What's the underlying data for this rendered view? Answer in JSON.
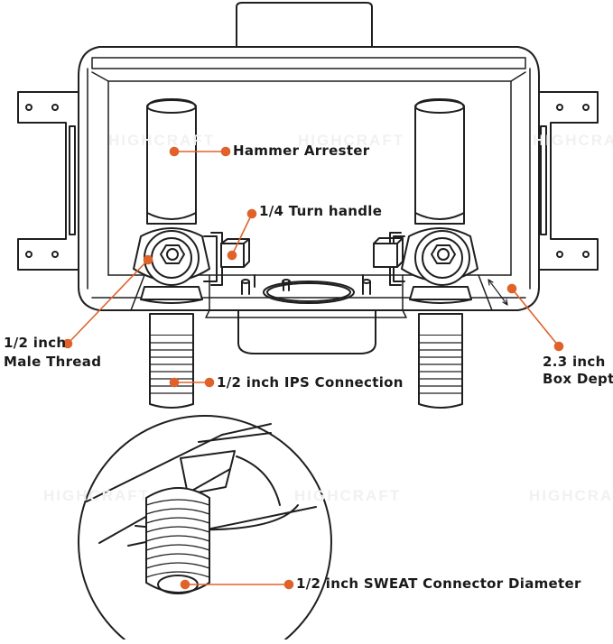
{
  "colors": {
    "accent": "#e0622b",
    "line": "#1f1f1f",
    "fill": "#ffffff",
    "watermark": "#f0f0f0"
  },
  "labels": {
    "hammer_arrester": "Hammer Arrester",
    "turn_handle": "1/4 Turn handle",
    "male_thread_1": "1/2 inch",
    "male_thread_2": "Male Thread",
    "ips_connection": "1/2 inch IPS Connection",
    "box_depth_1": "2.3 inch",
    "box_depth_2": "Box Dept",
    "sweat_connector": "1/2 inch SWEAT Connector Diameter"
  },
  "watermark": {
    "text": "HIGHCRAFT"
  }
}
